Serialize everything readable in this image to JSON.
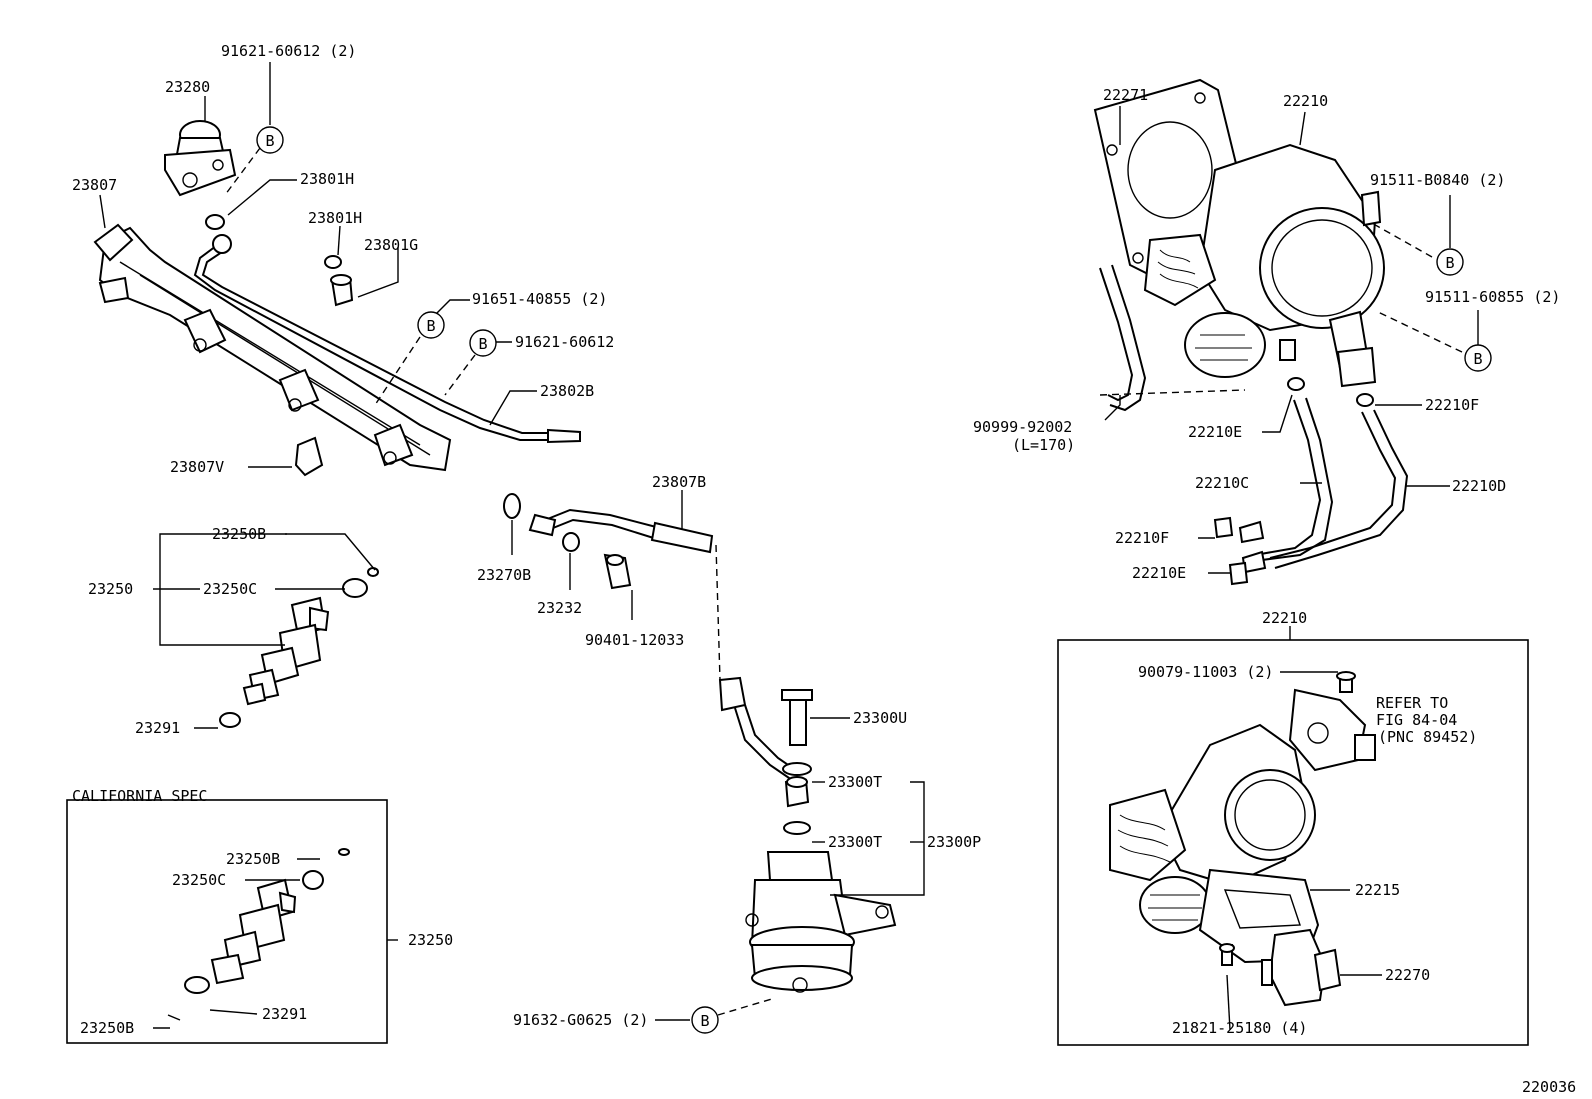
{
  "callouts": {
    "c_91621_60612_2": "91621-60612 (2)",
    "c_23280": "23280",
    "c_23807": "23807",
    "c_23801H_a": "23801H",
    "c_23801H_b": "23801H",
    "c_23801G": "23801G",
    "c_91651_40855_2": "91651-40855 (2)",
    "c_91621_60612": "91621-60612",
    "c_23802B": "23802B",
    "c_23807V": "23807V",
    "c_23807B": "23807B",
    "c_23270B": "23270B",
    "c_23232": "23232",
    "c_90401_12033": "90401-12033",
    "c_23250B": "23250B",
    "c_23250": "23250",
    "c_23250C": "23250C",
    "c_23291": "23291",
    "c_23300U": "23300U",
    "c_23300T_a": "23300T",
    "c_23300T_b": "23300T",
    "c_23300P": "23300P",
    "c_91632_G0625_2": "91632-G0625 (2)",
    "c_22271": "22271",
    "c_22210_top": "22210",
    "c_91511_B0840_2": "91511-B0840 (2)",
    "c_91511_60855_2": "91511-60855 (2)",
    "c_90999_92002": "90999-92002",
    "c_L170": "(L=170)",
    "c_22210E_a": "22210E",
    "c_22210F_a": "22210F",
    "c_22210C": "22210C",
    "c_22210D": "22210D",
    "c_22210F_b": "22210F",
    "c_22210E_b": "22210E",
    "c_22210_box": "22210",
    "c_90079_11003_2": "90079-11003 (2)",
    "c_refer1": "REFER TO",
    "c_refer2": "FIG 84-04",
    "c_refer3": "(PNC 89452)",
    "c_22215": "22215",
    "c_22270": "22270",
    "c_21821_25180_4": "21821-25180 (4)"
  },
  "california": {
    "title": "CALIFORNIA SPEC",
    "c_23250B_a": "23250B",
    "c_23250C": "23250C",
    "c_23250": "23250",
    "c_23291": "23291",
    "c_23250B_b": "23250B"
  },
  "bubbles": {
    "b1": "B",
    "b2": "B",
    "b3": "B",
    "b4": "B",
    "b5": "B",
    "b6": "B"
  },
  "figure_number": "220036"
}
